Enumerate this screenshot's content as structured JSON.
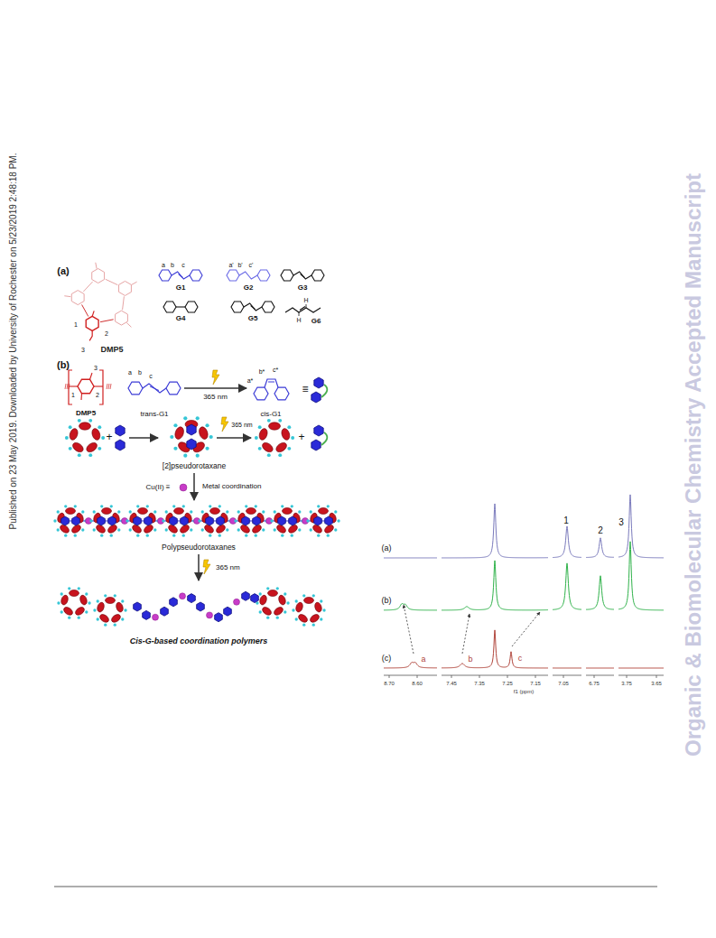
{
  "diagram": {
    "nodes": [
      {
        "text": [
          "trans-G1"
        ]
      },
      {
        "text": [
          "cis-G1"
        ]
      },
      {
        "text": [
          "[2]pseudorotaxane"
        ]
      },
      {
        "text": [
          "Polypseudorotaxanes"
        ]
      },
      {
        "text": [
          "Cis-G-based coordination polymers"
        ]
      }
    ],
    "edges": [
      {
        "from": 0,
        "to": 1,
        "arrow": "to",
        "label": "365 nm"
      },
      {
        "from": 2,
        "to": 3,
        "arrow": "to",
        "label": "Metal coordination"
      },
      {
        "from": 3,
        "to": 4,
        "arrow": "to",
        "label": "365 nm"
      }
    ],
    "labels": [
      "(a)",
      "DMP5",
      "1",
      "2",
      "3",
      "a",
      "b",
      "c",
      "G1",
      "a'",
      "b'",
      "c'",
      "G2",
      "G3",
      "G4",
      "G5",
      "H",
      "H",
      "G6",
      "(b)",
      "3",
      "1",
      "2",
      "DMP5",
      "a",
      "b",
      "c",
      "b*",
      "c*",
      "a*",
      "≡",
      "+",
      "+",
      "365 nm",
      "Cu(II) ≡",
      "1",
      "2",
      "3",
      "(a)",
      "(b)",
      "(c)",
      "a",
      "b",
      "c",
      "8.70",
      "8.60",
      "7.45",
      "7.35",
      "7.25",
      "7.15",
      "7.05",
      "6.75",
      "3.75",
      "3.65",
      "f1 (ppm)",
      "Published on 23 May 2019. Downloaded by University of Rochester on 5/23/2019 2:48:18 PM.",
      "Organic & Biomolecular Chemistry Accepted Manuscript"
    ]
  }
}
